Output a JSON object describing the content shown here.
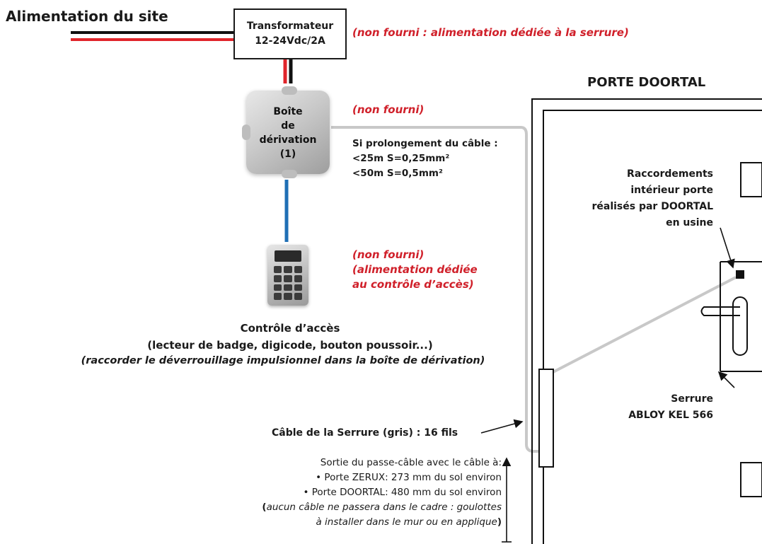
{
  "title": "Alimentation du site",
  "transformer": {
    "line1": "Transformateur",
    "line2": "12-24Vdc/2A",
    "note": "(non fourni : alimentation dédiée à la serrure)"
  },
  "junction_box": {
    "lines": [
      "Boîte",
      "de",
      "dérivation",
      "(1)"
    ],
    "note": "(non fourni)",
    "extension_title": "Si prolongement du câble :",
    "extension_lines": [
      "<25m S=0,25mm²",
      "<50m S=0,5mm²"
    ]
  },
  "access_control": {
    "note_lines": [
      "(non fourni)",
      "(alimentation dédiée",
      "au contrôle d’accès)"
    ],
    "title": "Contrôle d’accès",
    "subtitle": "(lecteur de badge, digicode, bouton poussoir...)",
    "instruction": "(raccorder le déverrouillage impulsionnel dans la boîte de dérivation)"
  },
  "door": {
    "title": "PORTE DOORTAL",
    "connections_lines": [
      "Raccordements",
      "intérieur porte",
      "réalisés par DOORTAL",
      "en usine"
    ],
    "lock_line1": "Serrure",
    "lock_line2": "ABLOY KEL 566"
  },
  "cable": {
    "label": "Câble de la Serrure (gris) : 16 fils",
    "exit_title": "Sortie du passe-câble avec le câble à:",
    "exit_zerux": "• Porte ZERUX: 273 mm du sol environ",
    "exit_doortal": "• Porte DOORTAL: 480 mm du sol environ",
    "note_line1": "aucun câble ne passera dans le cadre : goulottes",
    "note_line2": "à installer dans le mur ou en applique",
    "paren_open": "(",
    "paren_close": ")"
  },
  "colors": {
    "wire_red": "#e0252b",
    "wire_black": "#111111",
    "wire_blue": "#1f6fb5",
    "wire_grey": "#c8c8c8",
    "note_red": "#d0202a"
  }
}
